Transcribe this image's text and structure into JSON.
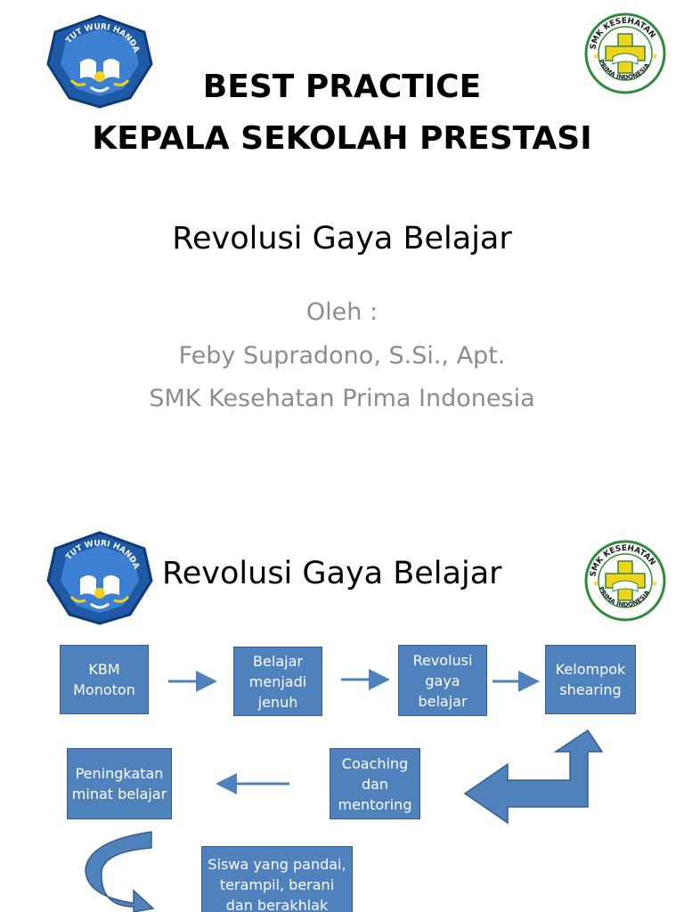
{
  "slide1": {
    "title_line1": "BEST PRACTICE",
    "title_line2": "KEPALA SEKOLAH PRESTASI",
    "subtitle": "Revolusi Gaya Belajar",
    "by_label": "Oleh :",
    "author": "Feby Supradono, S.Si., Apt.",
    "institution": "SMK Kesehatan Prima Indonesia",
    "logo_left_text": "TUT WURI HANDAYANI",
    "logo_right_text_top": "SMK KESEHATAN",
    "logo_right_text_bottom": "PRIMA INDONESIA"
  },
  "slide2": {
    "title": "Revolusi Gaya Belajar",
    "logo_left_text": "TUT WURI HANDAYANI",
    "logo_right_text_top": "SMK KESEHATAN",
    "logo_right_text_bottom": "PRIMA INDONESIA",
    "boxes": {
      "kbm": "KBM Monoton",
      "jenuh": "Belajar menjadi jenuh",
      "revolusi": "Revolusi gaya belajar",
      "kelompok": "Kelompok shearing",
      "coaching": "Coaching dan mentoring",
      "peningkatan": "Peningkatan minat belajar",
      "siswa": "Siswa yang pandai, terampil, berani dan berakhlak"
    }
  },
  "colors": {
    "box_fill": "#4f81bd",
    "box_border": "#385d8a",
    "logo_blue": "#1f5aa6",
    "logo_yellow": "#f2d31b",
    "logo_green": "#2e8b3a"
  }
}
